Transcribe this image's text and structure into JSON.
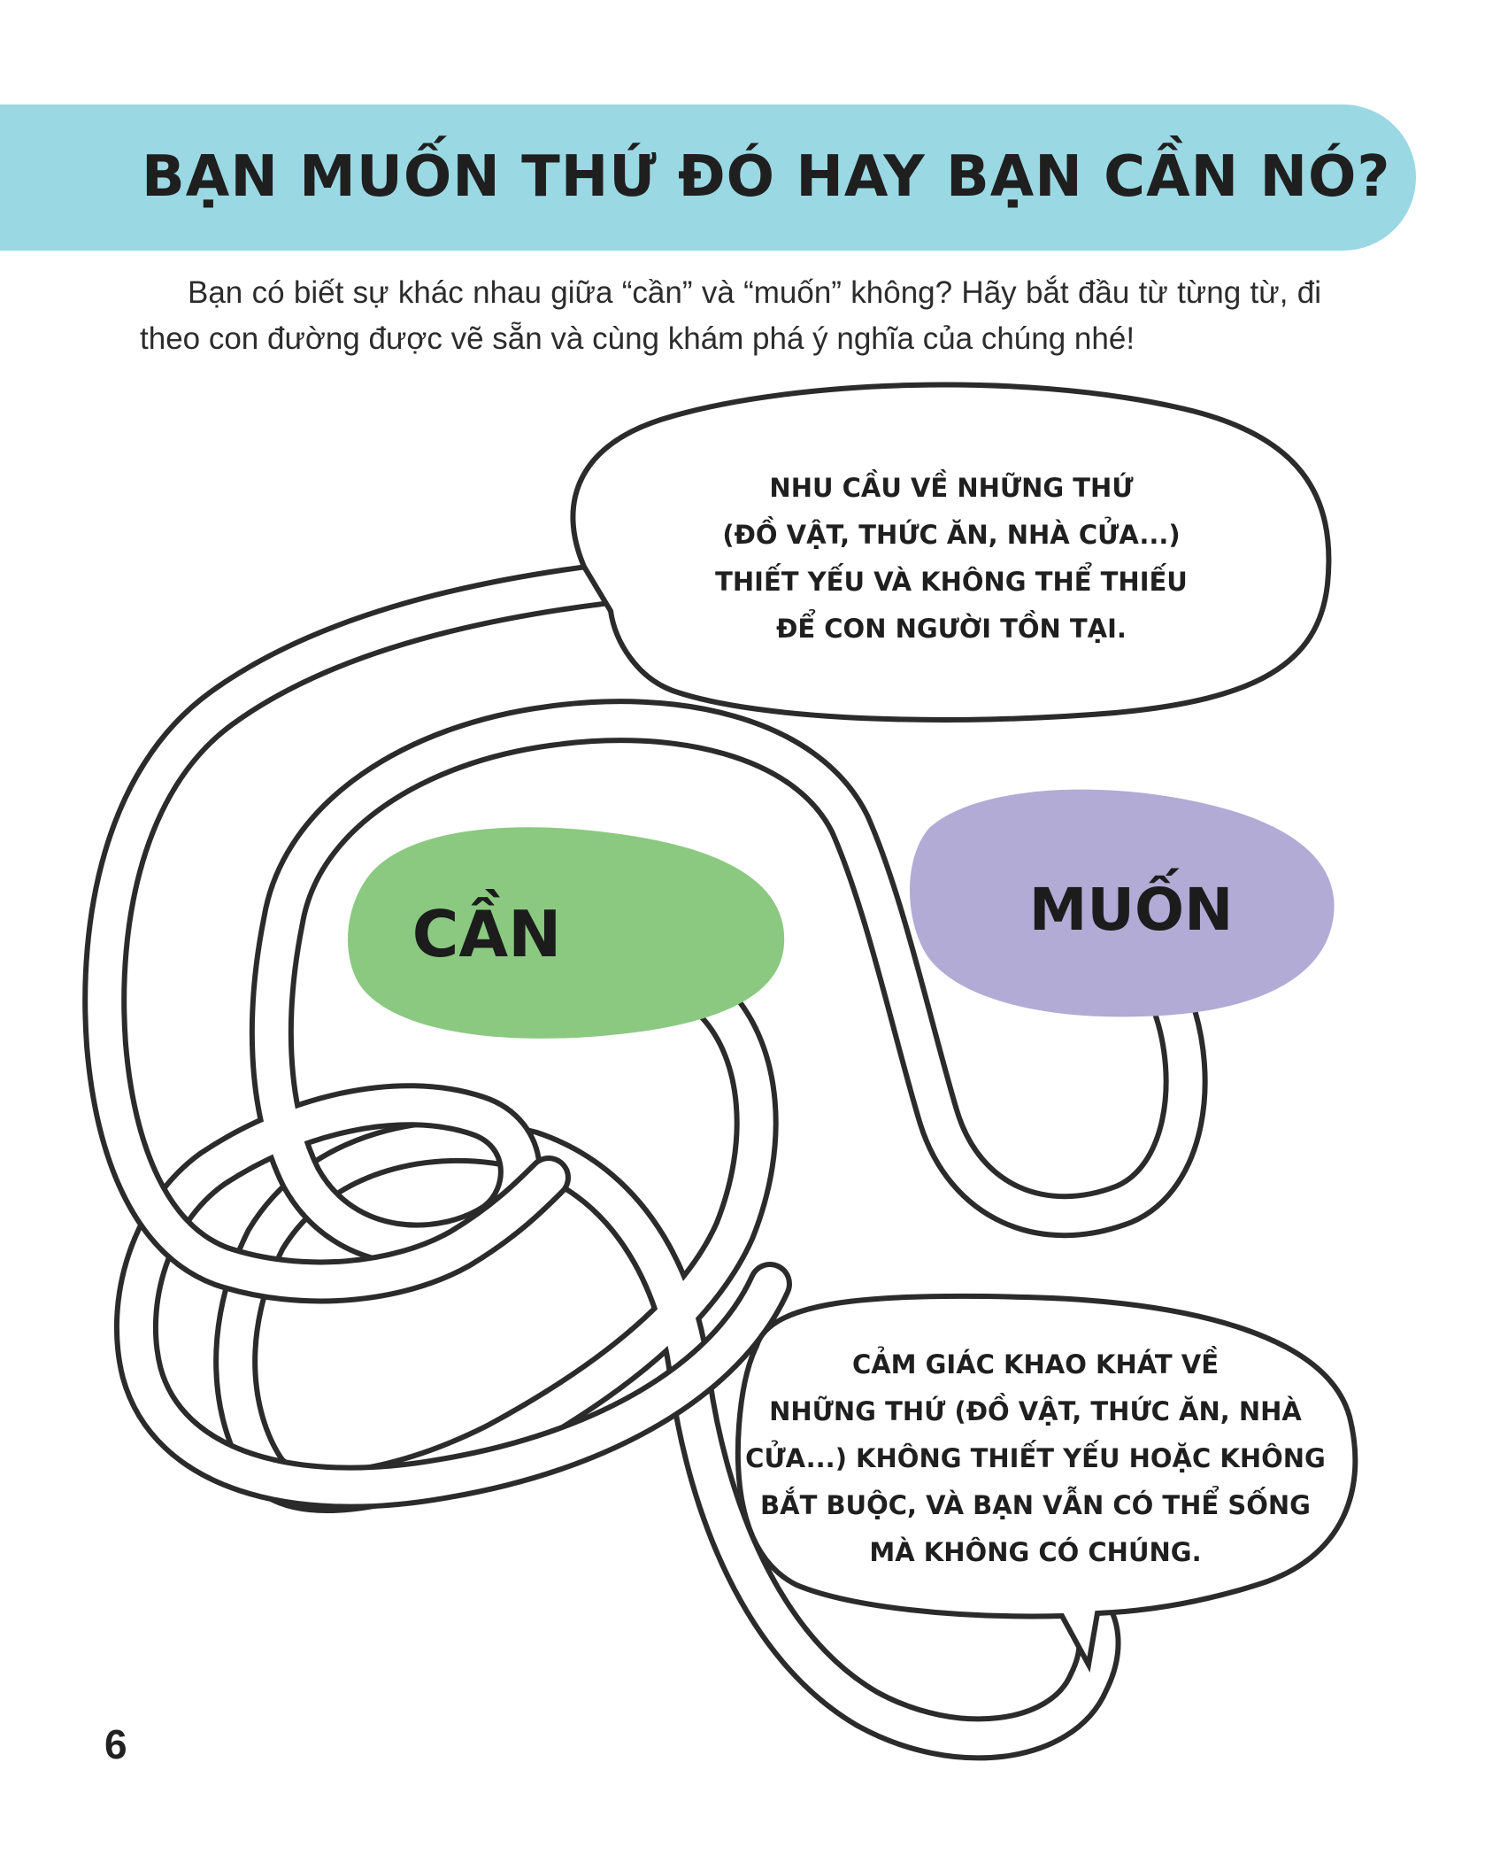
{
  "colors": {
    "banner": "#9ad8e3",
    "can_blob": "#8bc981",
    "muon_blob": "#b1abd6",
    "line": "#2b2b2b"
  },
  "header": {
    "title": "BẠN MUỐN THỨ ĐÓ HAY BẠN CẦN NÓ?"
  },
  "intro": {
    "text": "Bạn có biết sự khác nhau giữa “cần” và “muốn” không? Hãy bắt đầu từ từng từ, đi theo con đường được vẽ sẵn và cùng khám phá ý nghĩa của chúng nhé!"
  },
  "maze": {
    "can_label": "CẦN",
    "muon_label": "MUỐN",
    "need_bubble": {
      "lines": [
        "NHU CẦU VỀ NHỮNG THỨ",
        "(ĐỒ VẬT, THỨC ĂN, NHÀ CỬA...)",
        "THIẾT YẾU VÀ KHÔNG THỂ THIẾU",
        "ĐỂ CON NGƯỜI TỒN TẠI."
      ]
    },
    "want_bubble": {
      "lines": [
        "CẢM GIÁC KHAO KHÁT VỀ",
        "NHỮNG THỨ (ĐỒ VẬT, THỨC ĂN, NHÀ",
        "CỬA...) KHÔNG THIẾT YẾU HOẶC KHÔNG",
        "BẮT BUỘC, VÀ BẠN VẪN CÓ THỂ SỐNG",
        "MÀ KHÔNG CÓ CHÚNG."
      ]
    }
  },
  "footer": {
    "page_number": "6"
  }
}
